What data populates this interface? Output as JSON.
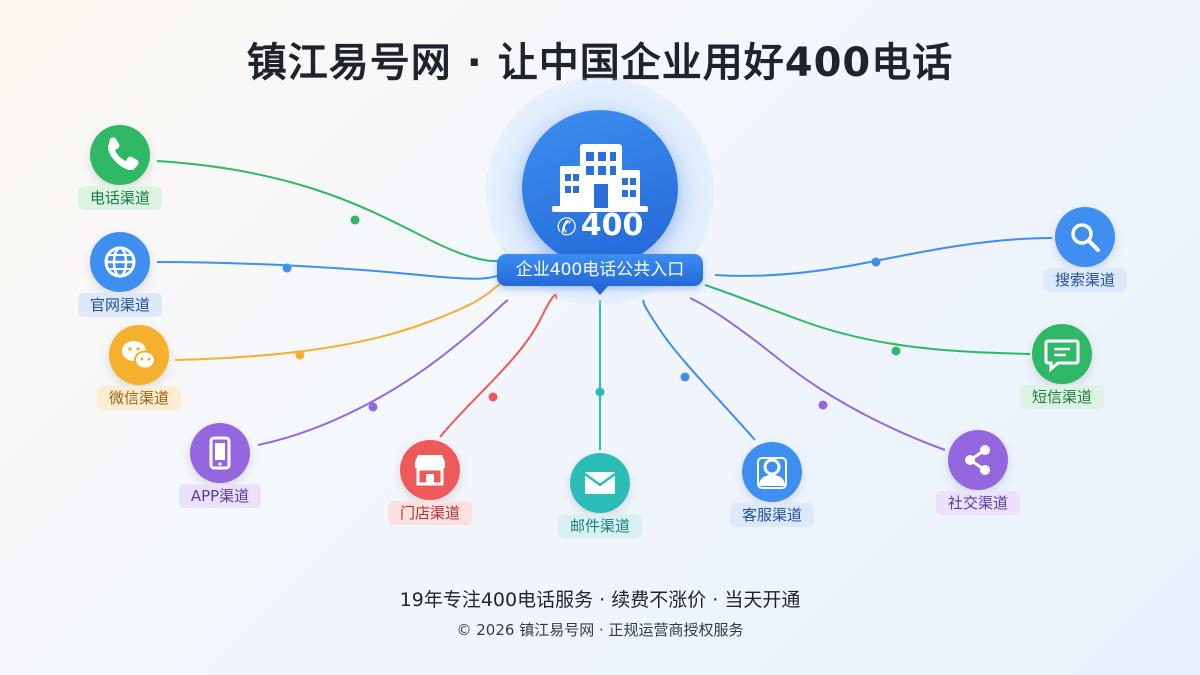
{
  "title": "镇江易号网 · 让中国企业用好400电话",
  "hub": {
    "number": "400",
    "phone_glyph": "✆",
    "portal_label": "企业400电话公共入口",
    "color": "#2f7ae5"
  },
  "channels": [
    {
      "label": "电话渠道",
      "icon": "phone-icon",
      "color": "#2fb865",
      "tint": "#dcf3e4",
      "text": "#1d7a44"
    },
    {
      "label": "官网渠道",
      "icon": "globe-icon",
      "color": "#3e8ff0",
      "tint": "#dde9fb",
      "text": "#1f4f9e"
    },
    {
      "label": "微信渠道",
      "icon": "wechat-icon",
      "color": "#f5b02e",
      "tint": "#fcedd2",
      "text": "#9a6210"
    },
    {
      "label": "APP渠道",
      "icon": "phone-app-icon",
      "color": "#9466e0",
      "tint": "#ebe2fa",
      "text": "#5a3aa0"
    },
    {
      "label": "门店渠道",
      "icon": "store-icon",
      "color": "#ee5a5a",
      "tint": "#fbe0df",
      "text": "#b13434"
    },
    {
      "label": "邮件渠道",
      "icon": "mail-icon",
      "color": "#2cbcb8",
      "tint": "#d8f1f0",
      "text": "#17807c"
    },
    {
      "label": "客服渠道",
      "icon": "agent-icon",
      "color": "#3e8ff0",
      "tint": "#dde9fb",
      "text": "#1f4f9e"
    },
    {
      "label": "社交渠道",
      "icon": "share-icon",
      "color": "#9466e0",
      "tint": "#ebe2fa",
      "text": "#5a3aa0"
    },
    {
      "label": "短信渠道",
      "icon": "sms-icon",
      "color": "#2fb865",
      "tint": "#dcf3e4",
      "text": "#1d7a44"
    },
    {
      "label": "搜索渠道",
      "icon": "search-icon",
      "color": "#3e8ff0",
      "tint": "#dde9fb",
      "text": "#1f4f9e"
    }
  ],
  "footer": {
    "main": "19年专注400电话服务 · 续费不涨价 · 当天开通",
    "sub": "© 2026 镇江易号网 · 正规运营商授权服务"
  }
}
